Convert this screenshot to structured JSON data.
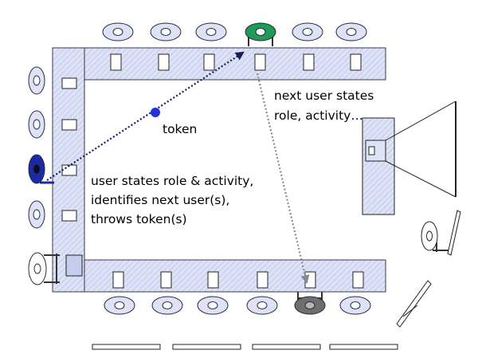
{
  "labels": {
    "token": "token",
    "next_line1": "next user states",
    "next_line2": "role, activity…",
    "user_line1": "user states role & activity,",
    "user_line2": "identifies next user(s),",
    "user_line3": "throws token(s)"
  },
  "colors": {
    "table_fill": "#dde2f6",
    "table_stroke": "#3a3a4a",
    "seat_fill": "#dde2f6",
    "active_seat_fill": "#1f9a58",
    "next_seat_fill": "#6e6e6e",
    "left_active_seat_fill": "#1d2aa6",
    "token_fill": "#2233dd",
    "throw_line": "#1a1a60",
    "pass_line": "#8a8a8a"
  }
}
